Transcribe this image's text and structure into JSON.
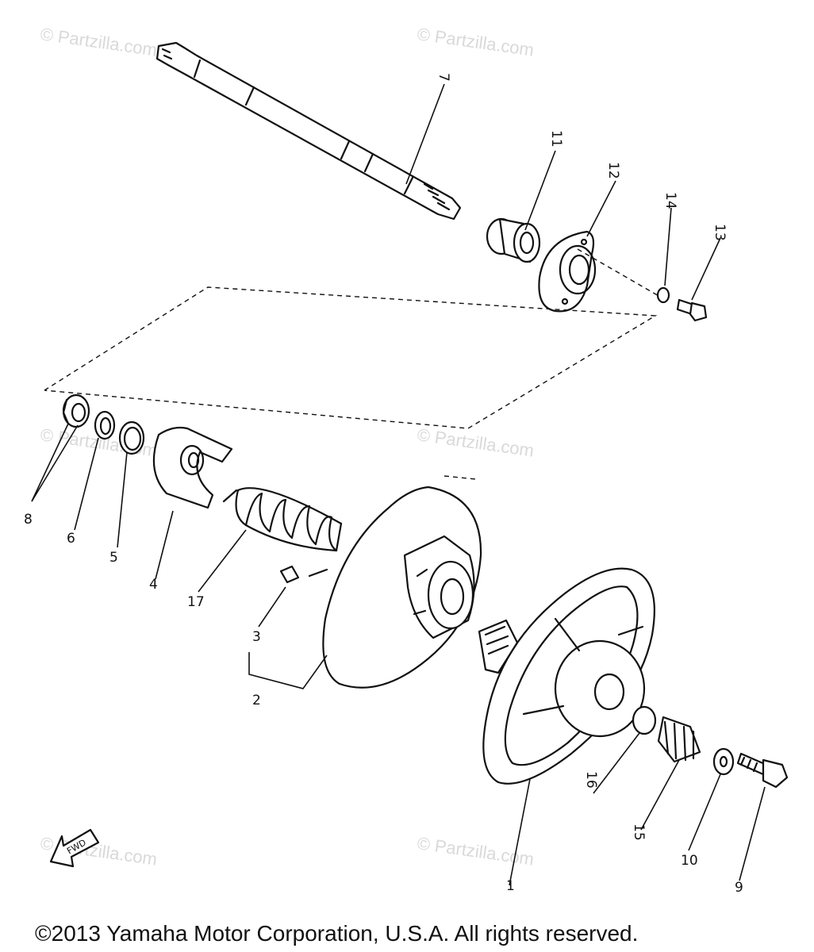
{
  "diagram": {
    "part_numbers": [
      "1",
      "2",
      "3",
      "4",
      "5",
      "6",
      "7",
      "8",
      "9",
      "10",
      "11",
      "12",
      "13",
      "14",
      "15",
      "16",
      "17"
    ],
    "fwd_label": "FWD",
    "watermark": "© Partzilla.com",
    "copyright": "©2013  Yamaha Motor Corporation, U.S.A. All rights reserved."
  }
}
